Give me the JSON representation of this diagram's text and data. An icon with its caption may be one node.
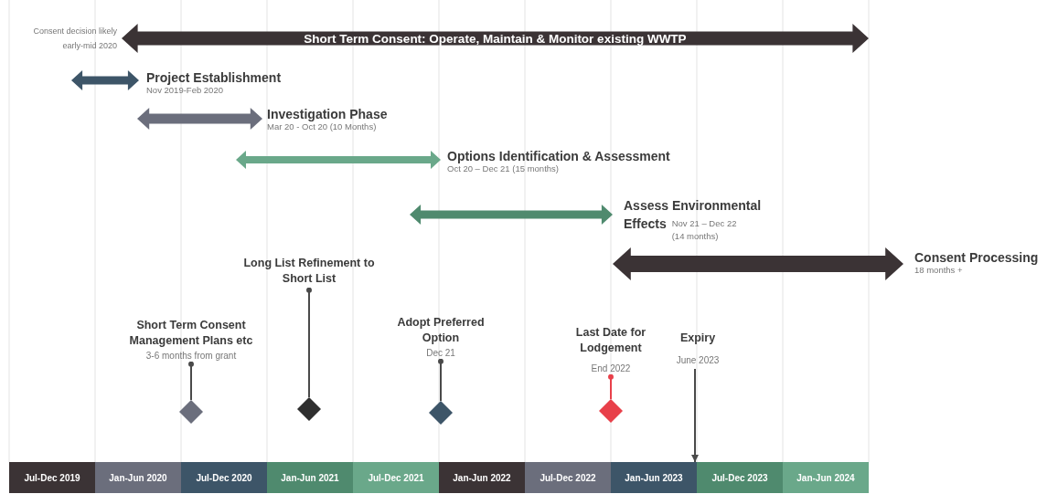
{
  "diagram": {
    "nodes": [
      {
        "text": [
          "Short Term Consent:  Operate, Maintain & Monitor existing WWTP"
        ]
      },
      {
        "text": [
          "Project Establishment",
          "Nov 2019-Feb 2020"
        ]
      },
      {
        "text": [
          "Investigation Phase",
          "Mar 20  - Oct 20 (10 Months)"
        ]
      },
      {
        "text": [
          "Options Identification & Assessment",
          "Oct 20 – Dec 21 (15 months)"
        ]
      },
      {
        "text": [
          "Assess Environmental Effects",
          "Nov 21 – Dec 22 (14 months)"
        ]
      },
      {
        "text": [
          "Consent Processing",
          "18 months +"
        ]
      },
      {
        "text": [
          "Short Term Consent Management Plans etc",
          "3-6 months from grant"
        ]
      },
      {
        "text": [],
        "shape": "diamond"
      },
      {
        "text": [
          "Long List Refinement to Short List"
        ]
      },
      {
        "text": [],
        "shape": "diamond"
      },
      {
        "text": [
          "Adopt Preferred Option",
          "Dec 21"
        ]
      },
      {
        "text": [],
        "shape": "diamond"
      },
      {
        "text": [
          "Last Date for Lodgement",
          "End 2022"
        ]
      },
      {
        "text": [],
        "shape": "diamond"
      },
      {
        "text": [
          "Expiry",
          "June 2023"
        ]
      },
      {
        "text": [
          "Jul-Dec 2019"
        ]
      },
      {
        "text": [
          "Jan-Jun 2020"
        ]
      },
      {
        "text": [
          "Jul-Dec 2020"
        ]
      },
      {
        "text": [
          "Jan-Jun 2021"
        ]
      },
      {
        "text": [
          "Jul-Dec 2021"
        ]
      },
      {
        "text": [
          "Jan-Jun 2022"
        ]
      },
      {
        "text": [
          "Jul-Dec 2022"
        ]
      },
      {
        "text": [
          "Jan-Jun 2023"
        ]
      },
      {
        "text": [
          "Jul-Dec 2023"
        ]
      },
      {
        "text": [
          "Jan-Jun 2024"
        ]
      }
    ],
    "edges": [
      {
        "from": 6,
        "to": 7,
        "arrow": "other"
      },
      {
        "from": 8,
        "to": 9,
        "arrow": "other"
      },
      {
        "from": 10,
        "to": 11,
        "arrow": "other"
      },
      {
        "from": 12,
        "to": 13,
        "arrow": "other",
        "color": "#e8404a"
      },
      {
        "from": 14,
        "to": 22,
        "arrow": "to"
      }
    ],
    "labels": [
      "Consent decision likely early-mid 2020"
    ]
  }
}
